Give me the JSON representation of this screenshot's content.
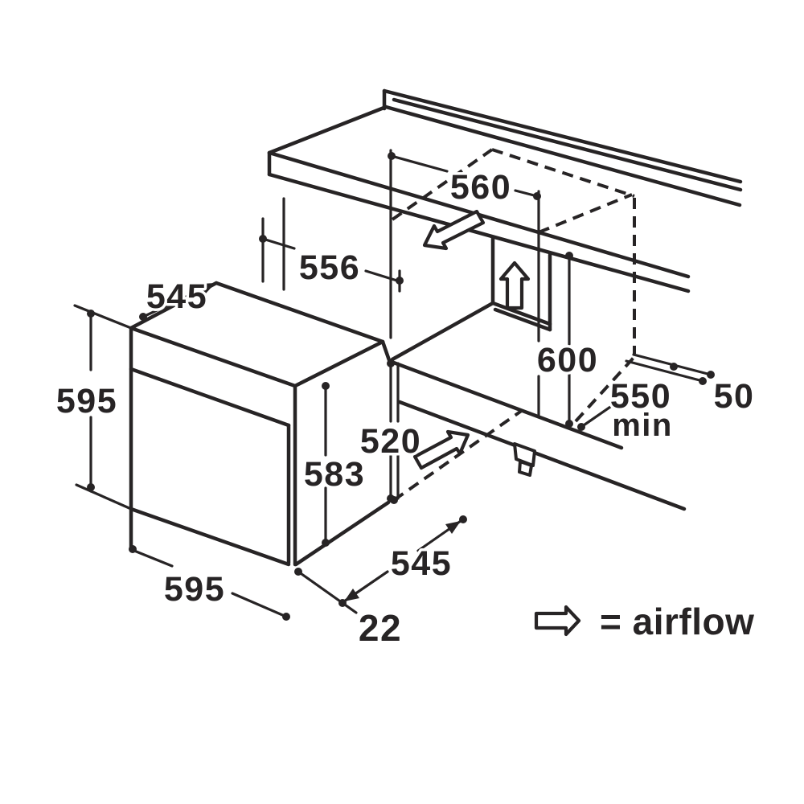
{
  "diagram": {
    "kind": "built-in oven installation clearance diagram",
    "background_color": "#ffffff",
    "line_color": "#272425",
    "labels": {
      "d560": "560",
      "d556": "556",
      "d545_top": "545",
      "d595_left": "595",
      "d583": "583",
      "d520": "520",
      "d600": "600",
      "d550": "550",
      "d550_min": "min",
      "d50": "50",
      "d595_bottom": "595",
      "d545_bottom": "545",
      "d22": "22"
    },
    "legend": {
      "icon": "airflow-arrow",
      "text": "= airflow"
    }
  }
}
